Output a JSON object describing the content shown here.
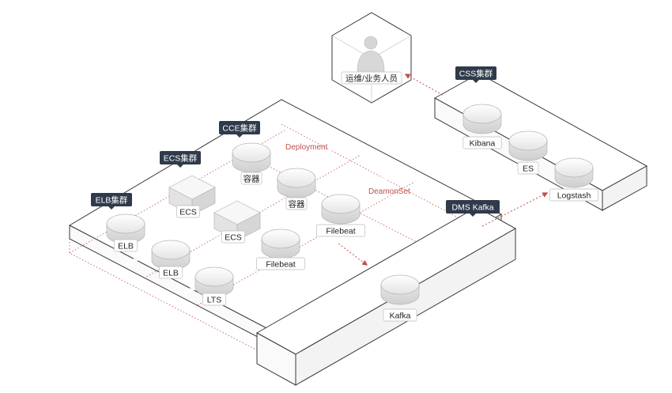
{
  "tags": {
    "elb_cluster": "ELB集群",
    "ecs_cluster": "ECS集群",
    "cce_cluster": "CCE集群",
    "dms_kafka": "DMS Kafka",
    "css_cluster": "CSS集群"
  },
  "zones": {
    "deployment": "Deployment",
    "daemonset": "DeamonSet"
  },
  "nodes": {
    "operator": "运维/业务人员",
    "elb1": "ELB",
    "elb2": "ELB",
    "ecs1": "ECS",
    "ecs2": "ECS",
    "lts": "LTS",
    "container1": "容器",
    "container2": "容器",
    "filebeat1": "Filebeat",
    "filebeat2": "Filebeat",
    "kafka": "Kafka",
    "kibana": "Kibana",
    "es": "ES",
    "logstash": "Logstash"
  },
  "colors": {
    "tag_bg": "#2f3a4a",
    "accent_red": "#c0504d",
    "platform_stroke": "#3a3a3a",
    "node_fill": "#f2f2f2"
  }
}
